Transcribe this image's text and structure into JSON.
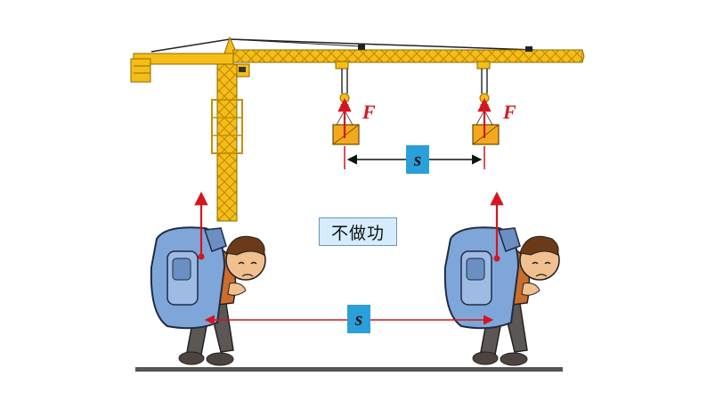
{
  "crane": {
    "force_label": "F",
    "displacement_label": "s"
  },
  "ground": {
    "displacement_label": "s"
  },
  "verdict_label": "不做功",
  "colors": {
    "crane_yellow": "#f6bd16",
    "force_red": "#d3161f",
    "tag_blue": "#2b9fd8",
    "box_orange": "#f4a81d"
  },
  "icons": [
    "tower-crane",
    "cargo-box",
    "hook",
    "hiker-with-backpack",
    "force-arrow",
    "displacement-arrow"
  ]
}
